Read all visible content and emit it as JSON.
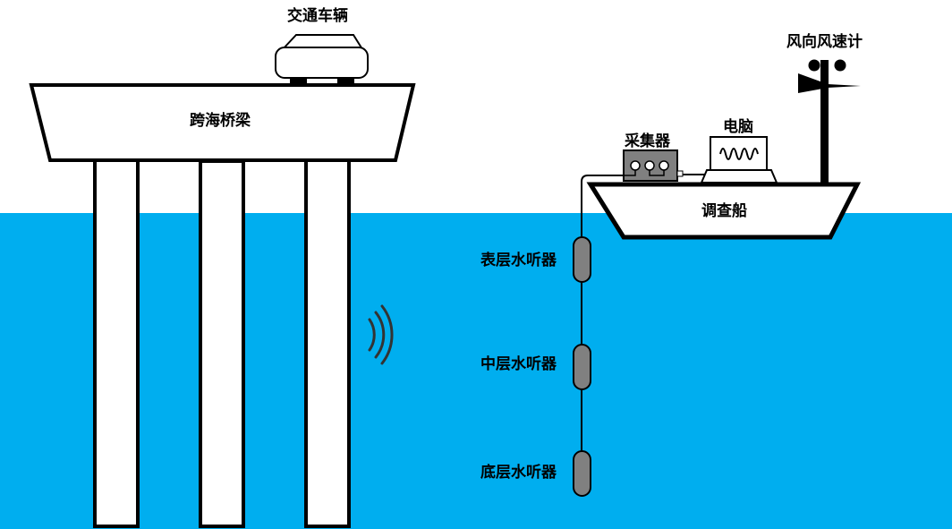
{
  "labels": {
    "vehicle": "交通车辆",
    "bridge": "跨海桥梁",
    "anemometer": "风向风速计",
    "computer": "电脑",
    "collector": "采集器",
    "ship": "调查船",
    "hydrophone_surface": "表层水听器",
    "hydrophone_middle": "中层水听器",
    "hydrophone_bottom": "底层水听器"
  },
  "colors": {
    "sea": "#00aeef",
    "outline": "#000000",
    "hydrophone": "#808080",
    "fill": "#ffffff"
  },
  "icons": {
    "sound_waves": "sound-waves-icon",
    "anemometer": "anemometer-icon",
    "waveform": "waveform-icon"
  }
}
